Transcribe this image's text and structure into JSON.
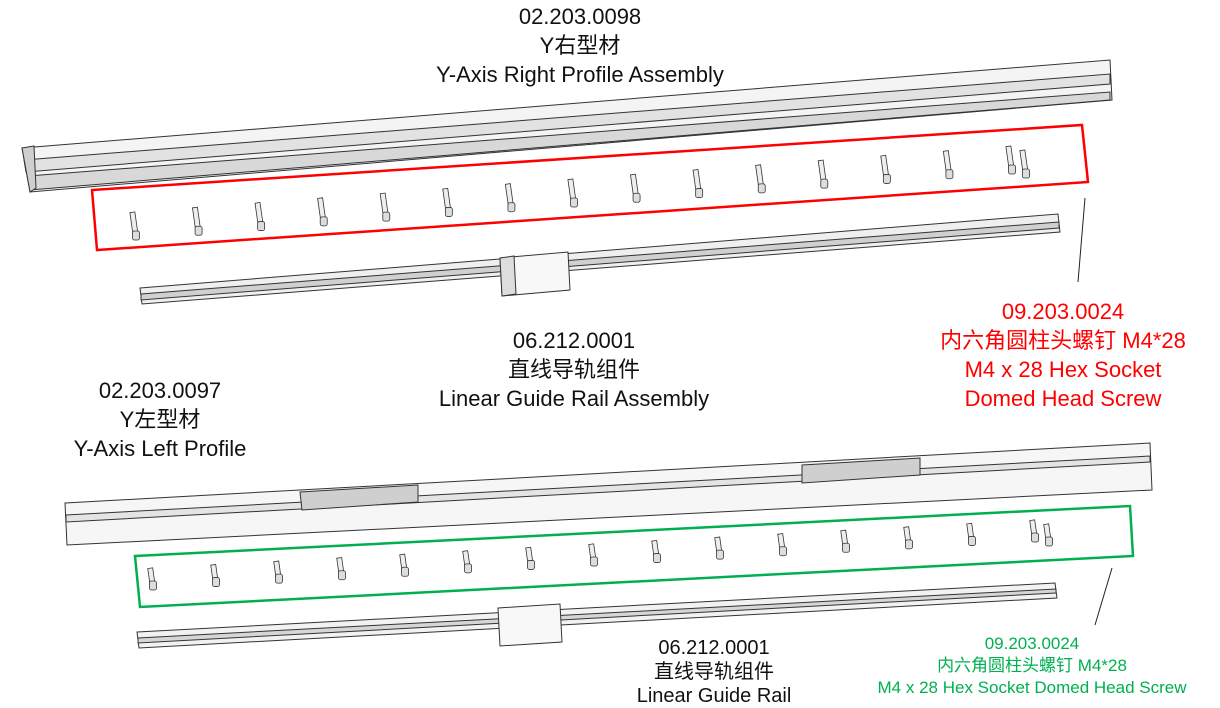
{
  "colors": {
    "red_callout": "#ff0000",
    "green_callout": "#00b050",
    "line": "#222222"
  },
  "labels": {
    "right_profile": {
      "code": "02.203.0098",
      "cn": "Y右型材",
      "en": "Y-Axis Right Profile Assembly"
    },
    "top_rail": {
      "code": "06.212.0001",
      "cn": "直线导轨组件",
      "en": "Linear Guide Rail Assembly"
    },
    "left_profile": {
      "code": "02.203.0097",
      "cn": "Y左型材",
      "en": "Y-Axis Left Profile"
    },
    "bottom_rail": {
      "code": "06.212.0001",
      "cn": "直线导轨组件",
      "en": "Linear Guide Rail"
    },
    "red_screws": {
      "code": "09.203.0024",
      "cn": "内六角圆柱头螺钉 M4*28",
      "en1": "M4 x 28 Hex Socket",
      "en2": "Domed Head Screw"
    },
    "green_screws": {
      "code": "09.203.0024",
      "cn": "内六角圆柱头螺钉 M4*28",
      "en": "M4 x 28 Hex Socket Domed Head Screw"
    }
  },
  "screw_counts": {
    "top_group": 16,
    "bottom_group": 16
  }
}
